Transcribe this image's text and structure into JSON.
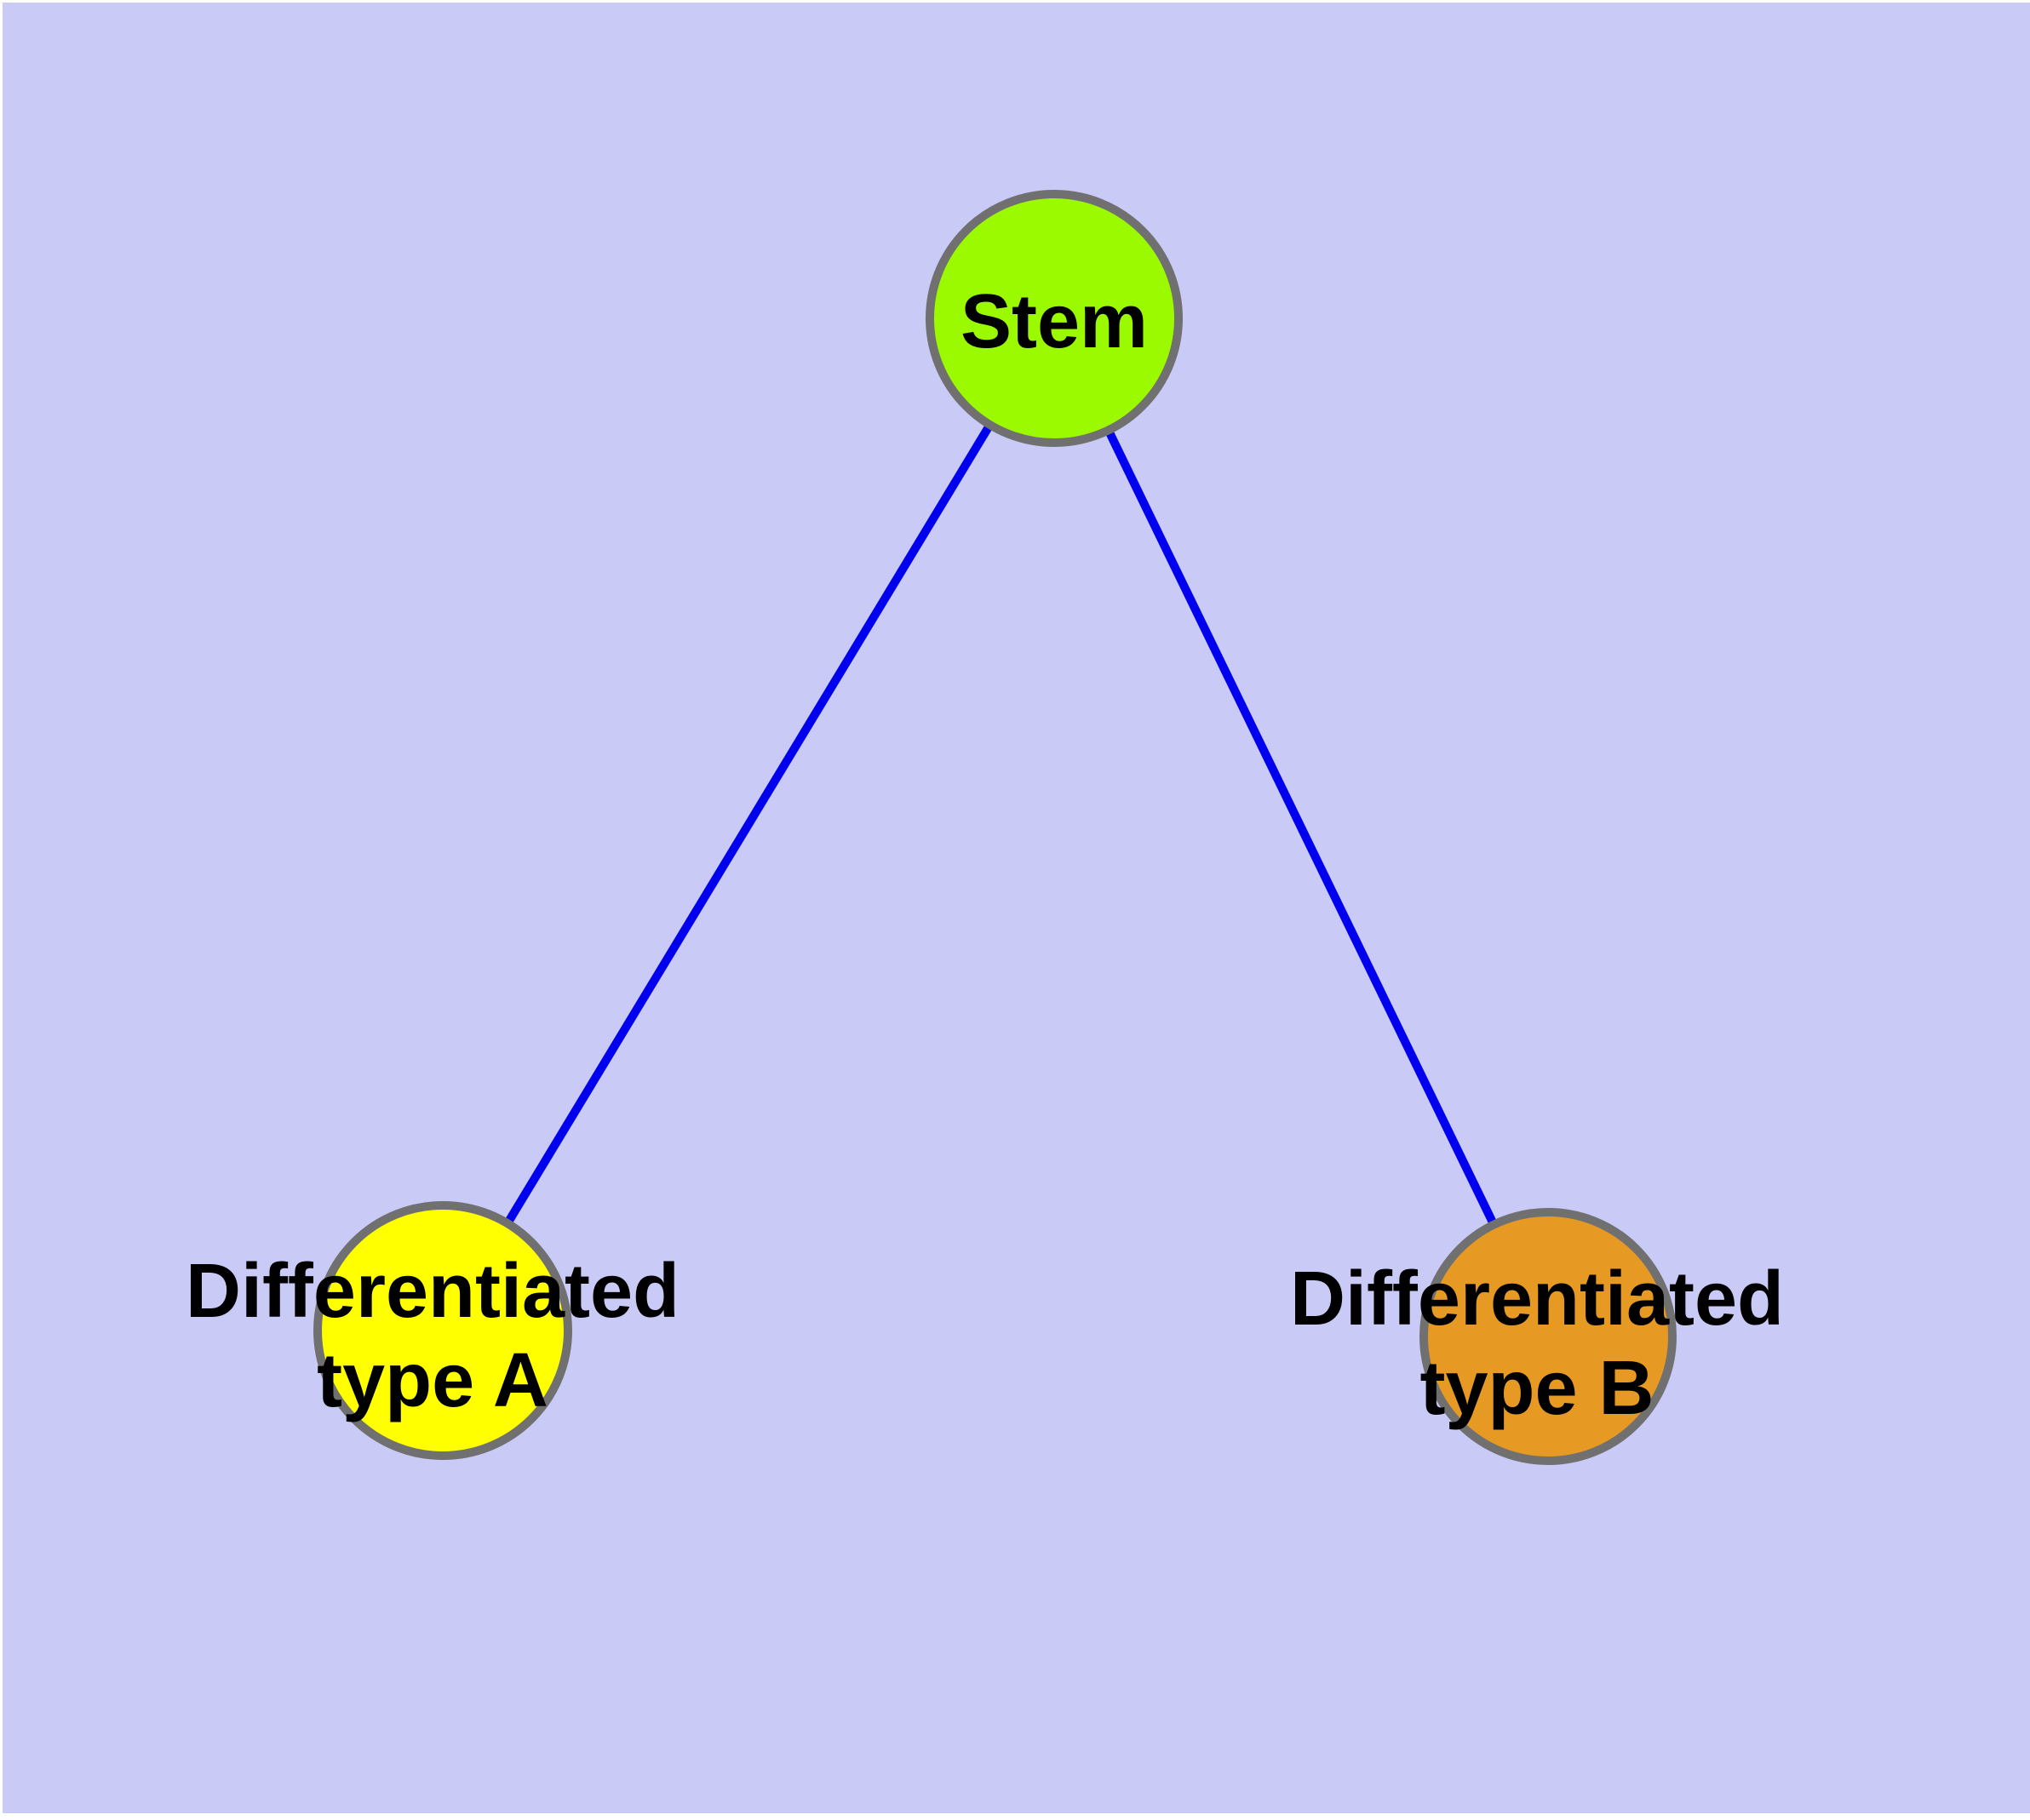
{
  "diagram": {
    "type": "node-link-graph",
    "background_color": "#CACAF6",
    "page_margin_color": "#FFFFFF",
    "edge_color": "#0000EE",
    "node_border_color": "#707070",
    "label_color": "#000000",
    "nodes": [
      {
        "id": "stem",
        "label": "Stem",
        "lines": [
          "Stem"
        ],
        "fill": "#9CFA00"
      },
      {
        "id": "differentiated-type-a",
        "label": "Differentiated type A",
        "lines": [
          "Differentiated",
          "type A"
        ],
        "fill": "#FFFF00"
      },
      {
        "id": "differentiated-type-b",
        "label": "Differentiated type B",
        "lines": [
          "Differentiated",
          "type B"
        ],
        "fill": "#E69A23"
      }
    ],
    "edges": [
      {
        "from": "Stem",
        "to": "Differentiated type A"
      },
      {
        "from": "Stem",
        "to": "Differentiated type B"
      }
    ]
  }
}
